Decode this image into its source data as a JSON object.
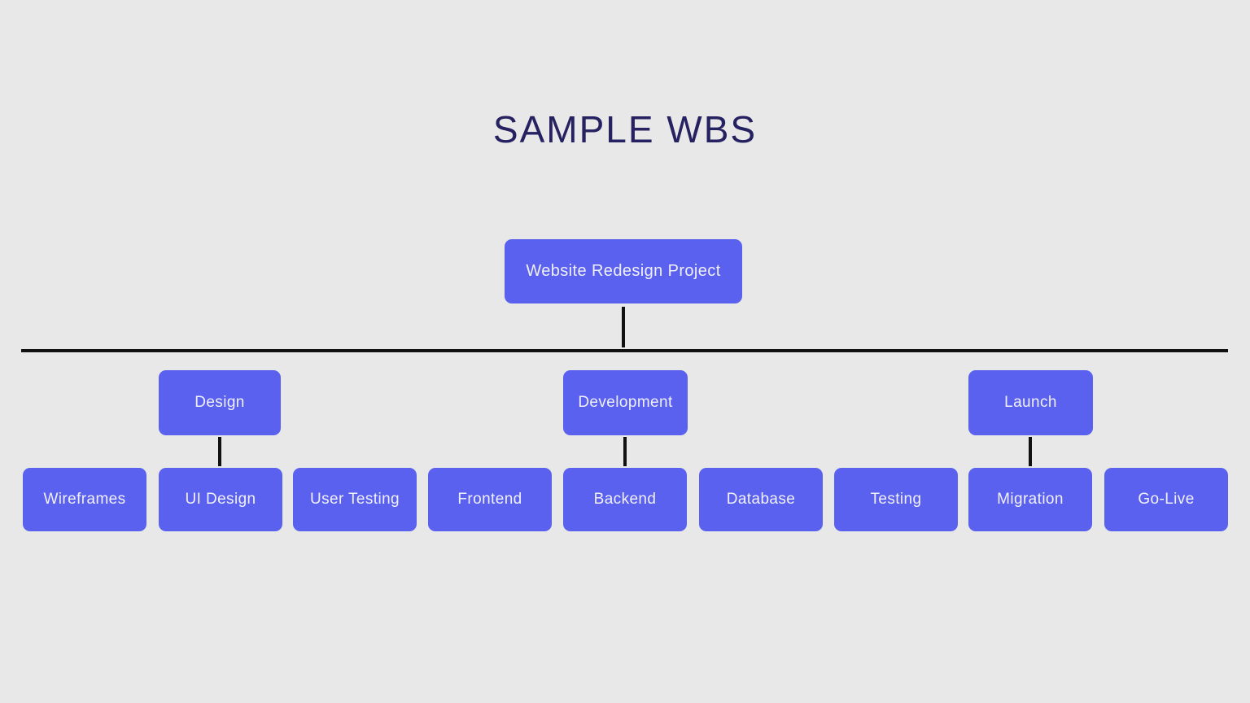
{
  "title": "SAMPLE WBS",
  "colors": {
    "background": "#e8e8e8",
    "node_fill": "#5a61ee",
    "node_text": "#f1f0fa",
    "title_text": "#262262",
    "connector": "#111111"
  },
  "diagram": {
    "root": {
      "id": "website-redesign-project",
      "label": "Website Redesign Project"
    },
    "level2": [
      {
        "id": "design",
        "label": "Design"
      },
      {
        "id": "development",
        "label": "Development"
      },
      {
        "id": "launch",
        "label": "Launch"
      }
    ],
    "level3": [
      {
        "id": "wireframes",
        "label": "Wireframes",
        "parent": "design"
      },
      {
        "id": "ui-design",
        "label": "UI Design",
        "parent": "design"
      },
      {
        "id": "user-testing",
        "label": "User Testing",
        "parent": "design"
      },
      {
        "id": "frontend",
        "label": "Frontend",
        "parent": "development"
      },
      {
        "id": "backend",
        "label": "Backend",
        "parent": "development"
      },
      {
        "id": "database",
        "label": "Database",
        "parent": "development"
      },
      {
        "id": "testing",
        "label": "Testing",
        "parent": "development"
      },
      {
        "id": "migration",
        "label": "Migration",
        "parent": "launch"
      },
      {
        "id": "go-live",
        "label": "Go-Live",
        "parent": "launch"
      }
    ]
  }
}
